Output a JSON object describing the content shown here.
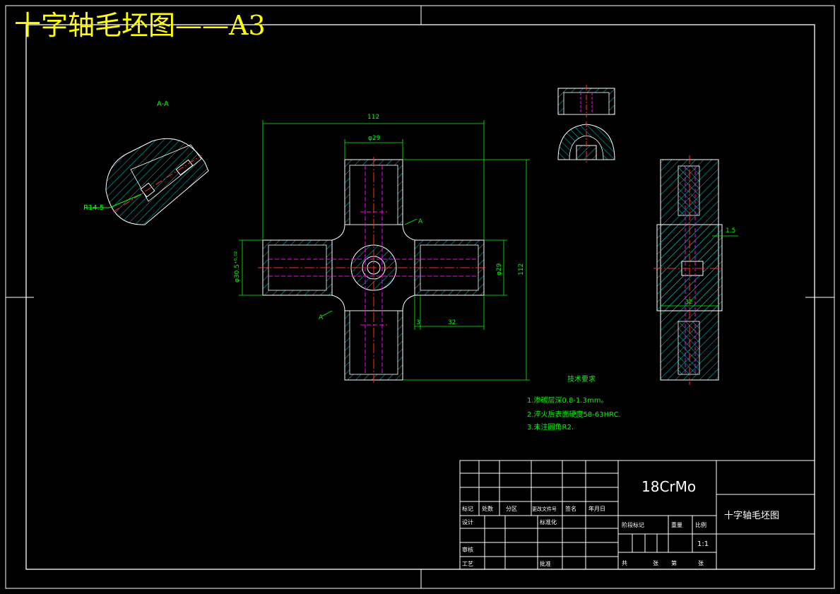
{
  "sheet_title": "十字轴毛坯图——A3",
  "section_label": "A-A",
  "radius_label": "R14.5",
  "section_arrow_a_upper": "A",
  "section_arrow_a_lower": "A",
  "dims": {
    "width_112": "112",
    "dia_29_top": "φ29",
    "height_112": "112",
    "dia_29_right": "φ29",
    "dia_left": "φ30.5⁺⁰·⁰²",
    "dim_3": "3",
    "dim_32": "32",
    "dim_1_5": "1.5",
    "dim_side_32": "32"
  },
  "tech_req": {
    "heading": "技术要求",
    "items": [
      "1.渗碳层深0.8-1.3mm。",
      "2.淬火后表面硬度58-63HRC.",
      "3.未注圆角R2."
    ]
  },
  "title_block": {
    "material": "18CrMo",
    "drawing_name": "十字轴毛坯图",
    "scale": "1:1",
    "row_labels": [
      "标记",
      "处数",
      "分区",
      "更改文件号",
      "签名",
      "年月日"
    ],
    "design": "设计",
    "standardize": "标准化",
    "review": "审核",
    "process": "工艺",
    "approve": "批准",
    "stage_mark": "阶段标记",
    "weight": "重量",
    "ratio": "比例",
    "sheets": "共",
    "sheet_of": "张",
    "sheet_no": "第",
    "sheet_no_end": "张"
  },
  "colors": {
    "background": "#000000",
    "frame": "#ffffff",
    "outline": "#ffffff",
    "dimension": "#00ff00",
    "hatch": "#00c8c8",
    "hidden": "#ff00ff",
    "center": "#ff3030",
    "title": "#ffff00"
  }
}
